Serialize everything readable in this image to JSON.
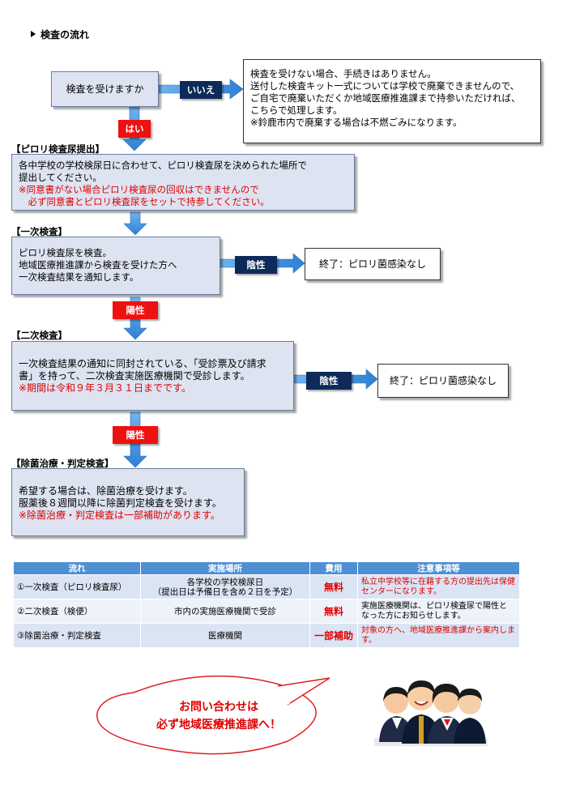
{
  "page_title": "検査の流れ",
  "question": "検査を受けますか",
  "tags": {
    "no": "いいえ",
    "yes": "はい",
    "negative": "陰性",
    "positive": "陽性"
  },
  "no_box": [
    "検査を受けない場合、手続きはありません。",
    "送付した検査キット一式については学校で廃棄できませんので、",
    "ご自宅で廃棄いただくか地域医療推進課まで持参いただければ、",
    "こちらで処理します。",
    "※鈴鹿市内で廃棄する場合は不燃ごみになります。"
  ],
  "step1": {
    "label": "【ピロリ検査尿提出】",
    "lines": [
      "各中学校の学校検尿日に合わせて、ピロリ検査尿を決められた場所で",
      "提出してください。"
    ],
    "red_lines": [
      "※同意書がない場合ピロリ検査尿の回収はできませんので",
      "　必ず同意書とピロリ検査尿をセットで持参してください。"
    ]
  },
  "step2": {
    "label": "【一次検査】",
    "lines": [
      "ピロリ検査尿を検査。",
      "地域医療推進課から検査を受けた方へ",
      "一次検査結果を通知します。"
    ],
    "end": "終了：ピロリ菌感染なし"
  },
  "step3": {
    "label": "【二次検査】",
    "lines": [
      "一次検査結果の通知に同封されている、「受診票及び請求",
      "書」を持って、二次検査実施医療機関で受診します。"
    ],
    "red_lines": [
      "※期間は令和９年３月３１日までです。"
    ],
    "end": "終了：ピロリ菌感染なし"
  },
  "step4": {
    "label": "【除菌治療・判定検査】",
    "lines": [
      "希望する場合は、除菌治療を受けます。",
      "服薬後８週間以降に除菌判定検査を受けます。"
    ],
    "red_lines": [
      "※除菌治療・判定検査は一部補助があります。"
    ]
  },
  "table": {
    "headers": [
      "流れ",
      "実施場所",
      "費用",
      "注意事項等"
    ],
    "rows": [
      {
        "flow": "①一次検査（ピロリ検査尿）",
        "place": [
          "各学校の学校検尿日",
          "（提出日は予備日を含め２日を予定）"
        ],
        "fee": "無料",
        "note": [
          "私立中学校等に在籍する方の提出先は保健",
          "センターになります。"
        ],
        "note_red": true
      },
      {
        "flow": "②二次検査（検便）",
        "place": [
          "市内の実施医療機関で受診"
        ],
        "fee": "無料",
        "note": [
          "実施医療機関は、ピロリ検査尿で陽性と",
          "なった方にお知らせします。"
        ],
        "note_red": false
      },
      {
        "flow": "③除菌治療・判定検査",
        "place": [
          "医療機関"
        ],
        "fee": "一部補助",
        "note": [
          "対象の方へ、地域医療推進課から案内しま",
          "す。"
        ],
        "note_red": true
      }
    ]
  },
  "bubble": [
    "お問い合わせは",
    "必ず地域医療推進課へ！"
  ],
  "colors": {
    "box_fill": "#dde3f1",
    "navy": "#0e2a5a",
    "red": "#ee1111",
    "arrow": "#3a8fe0",
    "table_header": "#4f8fd4"
  }
}
